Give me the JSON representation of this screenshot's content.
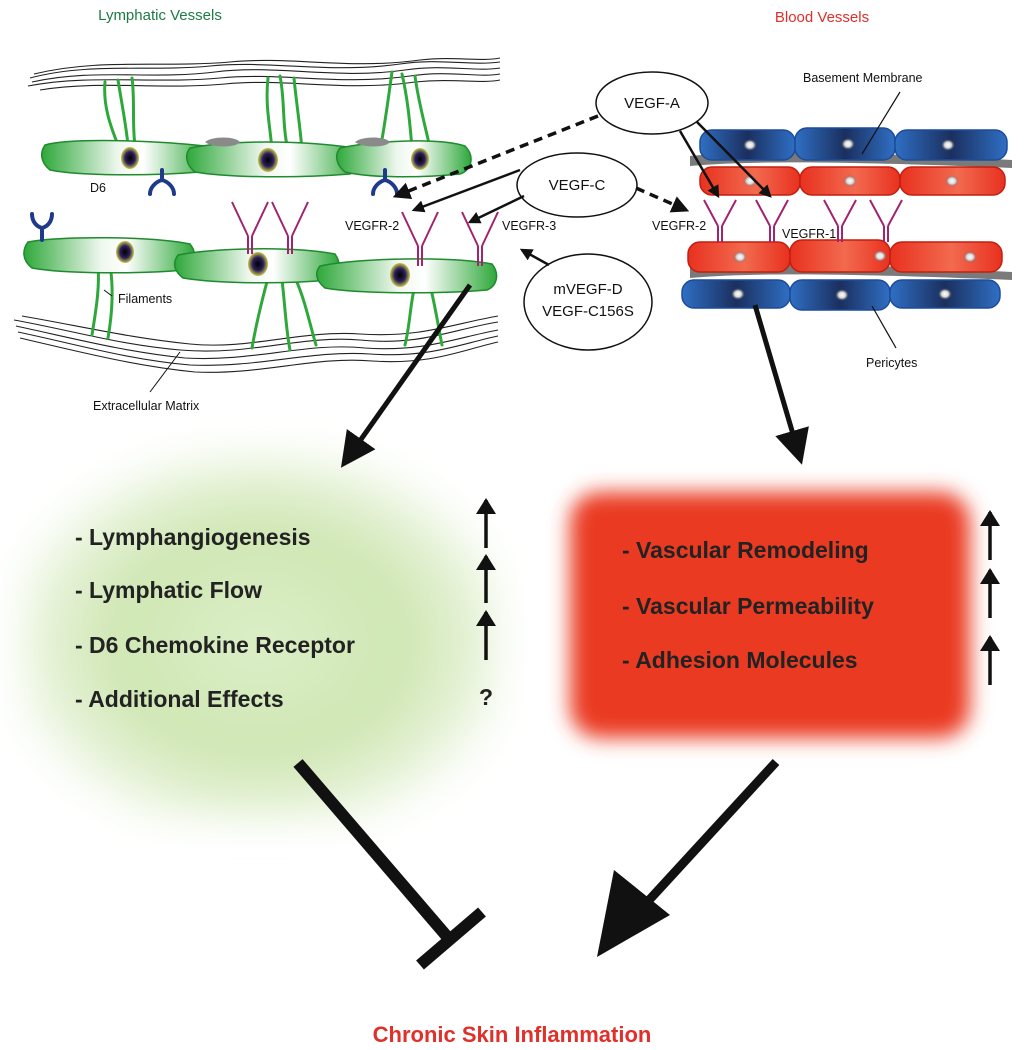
{
  "titles": {
    "lymphatic": "Lymphatic Vessels",
    "blood": "Blood Vessels"
  },
  "labels": {
    "d6": "D6",
    "vegfr2_lymph": "VEGFR-2",
    "vegfr3": "VEGFR-3",
    "filaments": "Filaments",
    "ecm": "Extracellular Matrix",
    "basement_membrane": "Basement Membrane",
    "vegfr2_blood": "VEGFR-2",
    "vegfr1": "VEGFR-1",
    "pericytes": "Pericytes"
  },
  "ligands": {
    "vegf_a": "VEGF-A",
    "vegf_c": "VEGF-C",
    "mvegf_d": "mVEGF-D",
    "vegf_c156s": "VEGF-C156S"
  },
  "lymph_effects": [
    {
      "text": "- Lymphangiogenesis",
      "indicator": "up"
    },
    {
      "text": "- Lymphatic Flow",
      "indicator": "up"
    },
    {
      "text": "- D6 Chemokine Receptor",
      "indicator": "up"
    },
    {
      "text": "- Additional Effects",
      "indicator": "?"
    }
  ],
  "blood_effects": [
    {
      "text": "- Vascular Remodeling",
      "indicator": "up"
    },
    {
      "text": "- Vascular Permeability",
      "indicator": "up"
    },
    {
      "text": "- Adhesion Molecules",
      "indicator": "up"
    }
  ],
  "outcome": "Chronic Skin Inflammation",
  "colors": {
    "lymph_green": "#2ea83a",
    "blood_red": "#e8311f",
    "pericyte_blue": "#2f6fc4",
    "receptor_purple": "#a0246e",
    "d6_navy": "#1f3a8a",
    "title_green": "#1e7a45",
    "title_red": "#e0302a"
  }
}
